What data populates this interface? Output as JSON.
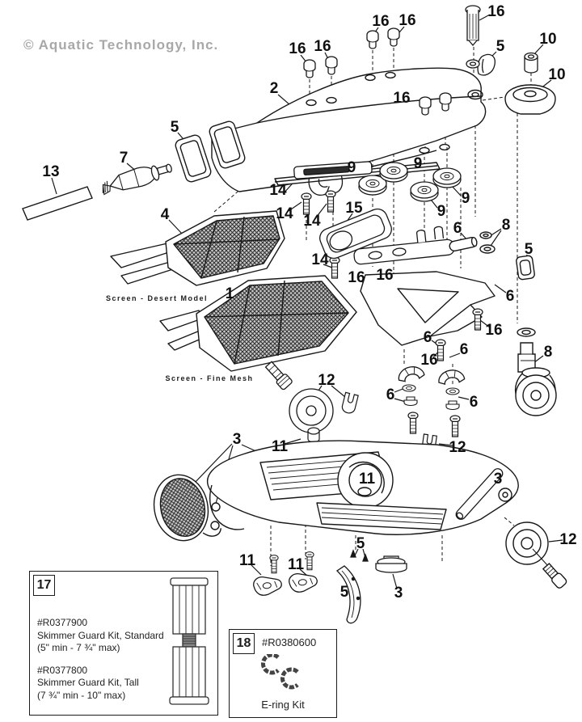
{
  "watermark": "© Aquatic Technology, Inc.",
  "captions": {
    "screen_desert": "Screen - Desert Model",
    "screen_fine": "Screen - Fine Mesh"
  },
  "callouts": [
    {
      "label": "16"
    },
    {
      "label": "16"
    },
    {
      "label": "16"
    },
    {
      "label": "16"
    },
    {
      "label": "16"
    },
    {
      "label": "10"
    },
    {
      "label": "5"
    },
    {
      "label": "10"
    },
    {
      "label": "2"
    },
    {
      "label": "16"
    },
    {
      "label": "5"
    },
    {
      "label": "7"
    },
    {
      "label": "13"
    },
    {
      "label": "14"
    },
    {
      "label": "9"
    },
    {
      "label": "9"
    },
    {
      "label": "9"
    },
    {
      "label": "9"
    },
    {
      "label": "14"
    },
    {
      "label": "14"
    },
    {
      "label": "15"
    },
    {
      "label": "4"
    },
    {
      "label": "8"
    },
    {
      "label": "6"
    },
    {
      "label": "5"
    },
    {
      "label": "14"
    },
    {
      "label": "16"
    },
    {
      "label": "16"
    },
    {
      "label": "1"
    },
    {
      "label": "6"
    },
    {
      "label": "16"
    },
    {
      "label": "6"
    },
    {
      "label": "6"
    },
    {
      "label": "16"
    },
    {
      "label": "8"
    },
    {
      "label": "12"
    },
    {
      "label": "6"
    },
    {
      "label": "6"
    },
    {
      "label": "3"
    },
    {
      "label": "11"
    },
    {
      "label": "12"
    },
    {
      "label": "11"
    },
    {
      "label": "3"
    },
    {
      "label": "12"
    },
    {
      "label": "11"
    },
    {
      "label": "11"
    },
    {
      "label": "5"
    },
    {
      "label": "5"
    },
    {
      "label": "3"
    }
  ],
  "boxes": {
    "box17": {
      "number": "17",
      "kit1_part": "#R0377900",
      "kit1_name": "Skimmer Guard Kit, Standard",
      "kit1_range": "(5\" min - 7 ¾\" max)",
      "kit2_part": "#R0377800",
      "kit2_name": "Skimmer Guard Kit, Tall",
      "kit2_range": "(7 ¾\" min - 10\" max)"
    },
    "box18": {
      "number": "18",
      "part": "#R0380600",
      "caption": "E-ring Kit"
    }
  },
  "colors": {
    "line": "#181818",
    "watermark": "#a8a8a8",
    "background": "#ffffff"
  }
}
